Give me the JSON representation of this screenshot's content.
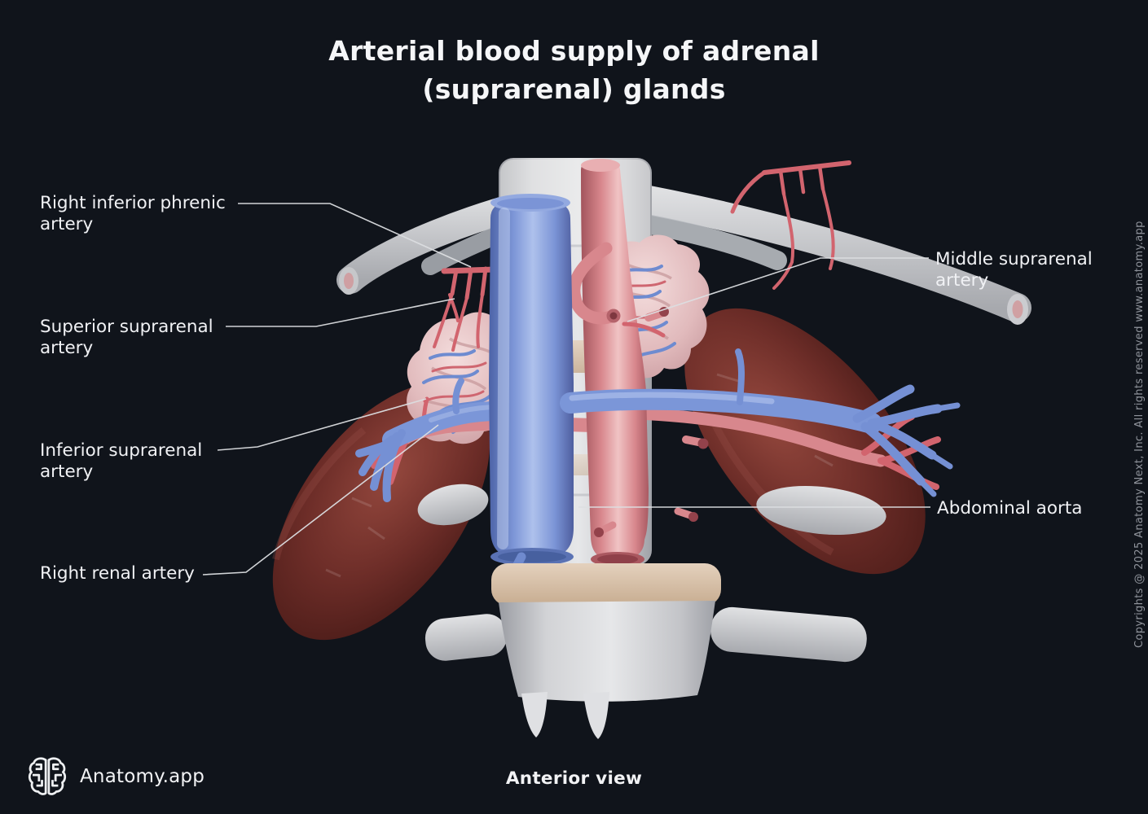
{
  "title": {
    "line1": "Arterial blood supply of adrenal",
    "line2": "(suprarenal) glands"
  },
  "annotations": {
    "left": [
      {
        "id": "right-inferior-phrenic-artery",
        "text": "Right inferior phrenic artery"
      },
      {
        "id": "superior-suprarenal-artery",
        "text": "Superior suprarenal artery"
      },
      {
        "id": "inferior-suprarenal-artery",
        "text": "Inferior suprarenal artery"
      },
      {
        "id": "right-renal-artery",
        "text": "Right renal artery"
      }
    ],
    "right": [
      {
        "id": "middle-suprarenal-artery",
        "text": "Middle suprarenal artery"
      },
      {
        "id": "abdominal-aorta",
        "text": "Abdominal aorta"
      }
    ]
  },
  "footer": {
    "brand": {
      "icon": "brain-logo-icon",
      "label": "Anatomy.app"
    },
    "caption": "Anterior view"
  },
  "copyright": "Copyrights @ 2025 Anatomy Next, Inc. All rights reserved www.anatomy.app",
  "colors": {
    "background": "#10141b",
    "text": "#f2f3f5",
    "leader_line": "#dcdee1",
    "copyright_text": "#8f939b",
    "artery": "#d8878d",
    "vein": "#7b96d8",
    "kidney": "#6d2d28",
    "adrenal_gland": "#e0b9ba",
    "bone": "#d8d9db"
  }
}
